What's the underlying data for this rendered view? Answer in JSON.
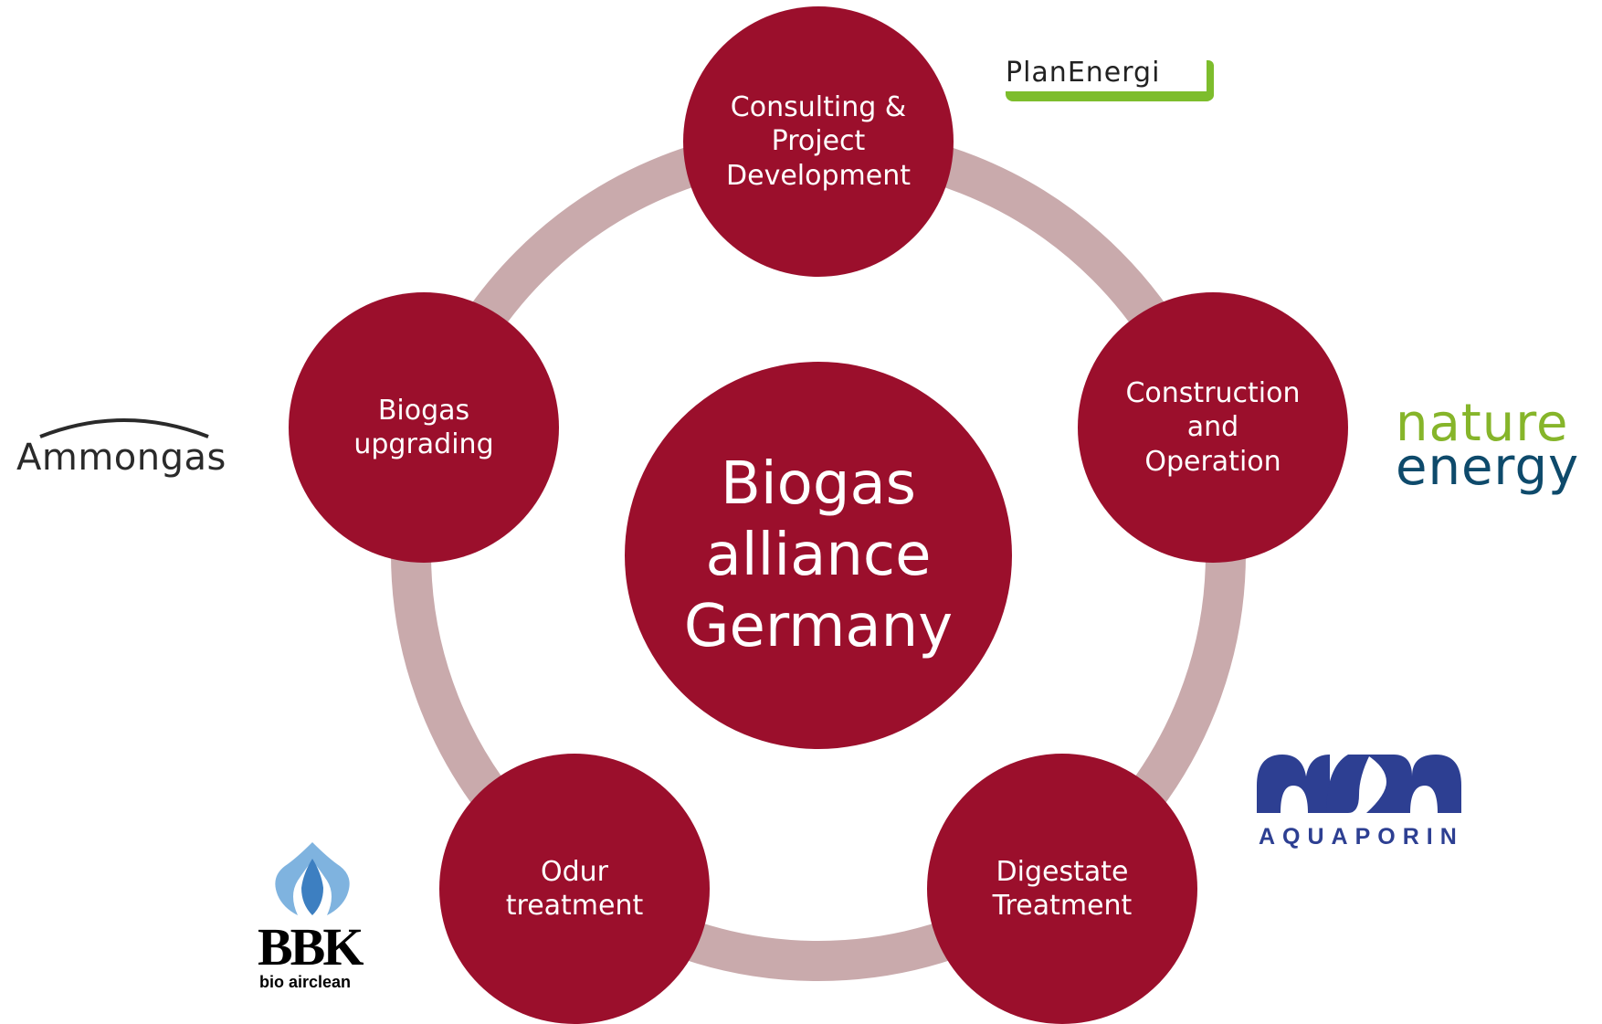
{
  "colors": {
    "node_fill": "#9b0f2c",
    "ring": "#c9aaac",
    "text": "#ffffff"
  },
  "center": {
    "lines": [
      "Biogas",
      "alliance",
      "Germany"
    ]
  },
  "nodes": [
    {
      "id": "consulting",
      "lines": [
        "Consulting &",
        "Project",
        "Development"
      ]
    },
    {
      "id": "construction",
      "lines": [
        "Construction",
        "and",
        "Operation"
      ]
    },
    {
      "id": "digestate",
      "lines": [
        "Digestate",
        "Treatment"
      ]
    },
    {
      "id": "odur",
      "lines": [
        "Odur",
        "treatment"
      ]
    },
    {
      "id": "upgrading",
      "lines": [
        "Biogas",
        "upgrading"
      ]
    }
  ],
  "logos": {
    "planenergi": "PlanEnergi",
    "ammongas": "Ammongas",
    "nature_energy": [
      "nature",
      "energy"
    ],
    "aquaporin": "AQUAPORIN",
    "bbk": [
      "BBK",
      "bio airclean"
    ]
  }
}
